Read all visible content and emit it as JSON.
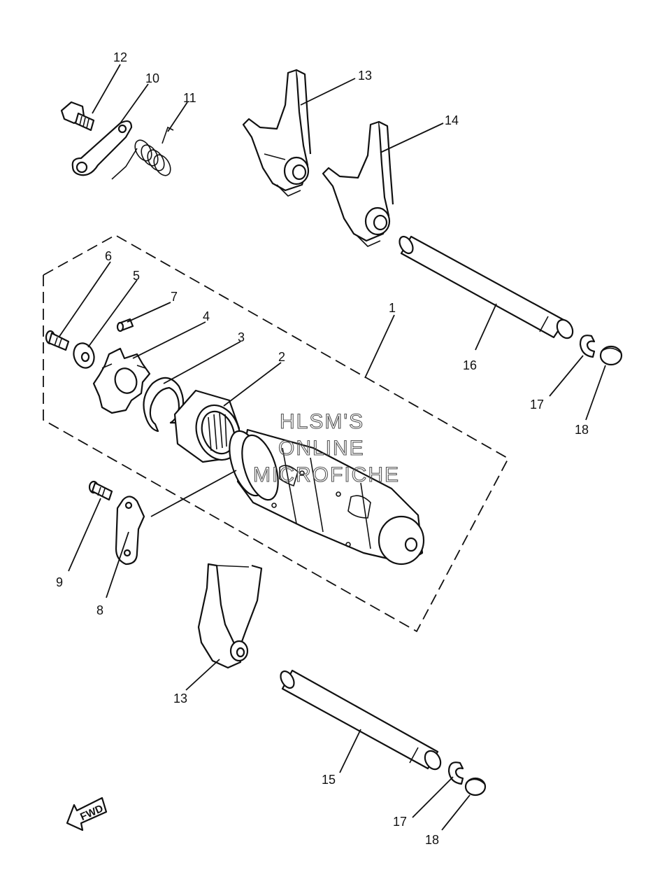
{
  "diagram": {
    "watermark": [
      "HLSM'S",
      "ONLINE",
      "MICROFICHE"
    ],
    "direction_marker": "FWD",
    "callouts": [
      "1",
      "2",
      "3",
      "4",
      "5",
      "6",
      "7",
      "8",
      "9",
      "10",
      "11",
      "12",
      "13",
      "14",
      "15",
      "16",
      "17",
      "18",
      "13",
      "17",
      "18"
    ]
  }
}
